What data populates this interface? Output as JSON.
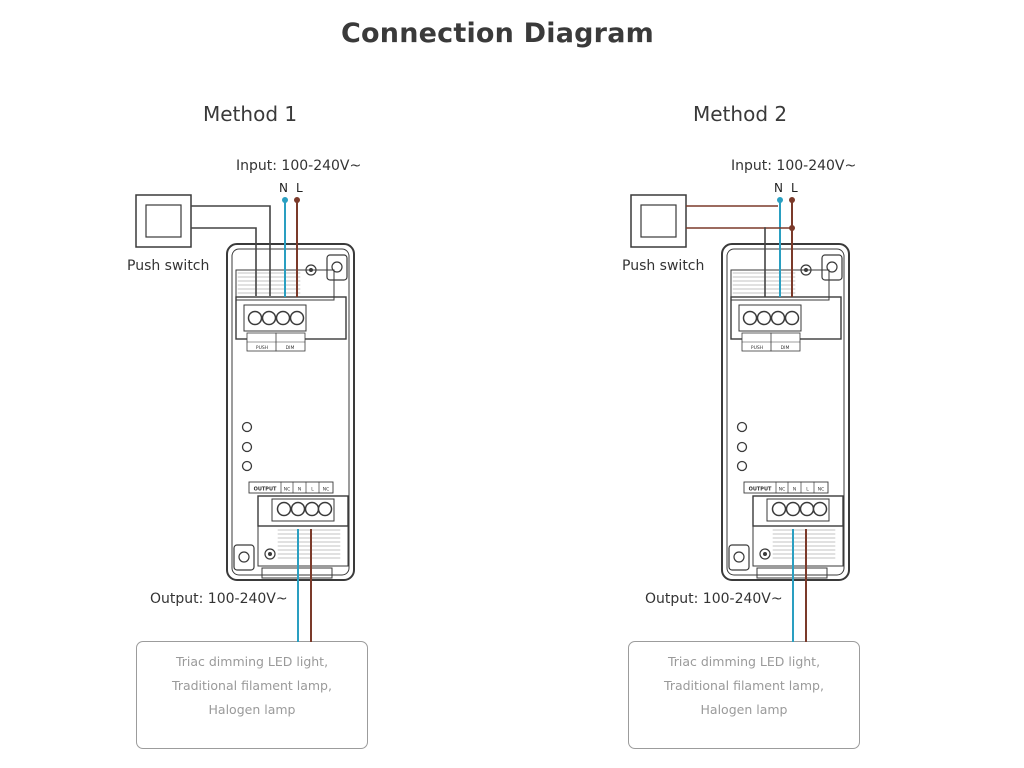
{
  "title": "Connection Diagram",
  "methods": [
    {
      "heading": "Method 1",
      "input_label": "Input: 100-240V~",
      "neutral_label": "N",
      "live_label": "L",
      "switch_label": "Push switch",
      "output_label": "Output: 100-240V~",
      "load_lines": [
        "Triac dimming LED light,",
        "Traditional filament lamp,",
        "Halogen lamp"
      ],
      "top_terminals": [
        "PUSH",
        "",
        "N",
        "L"
      ],
      "bottom_header": "OUTPUT",
      "bottom_terminals": [
        "NC",
        "N",
        "L",
        "NC"
      ]
    },
    {
      "heading": "Method 2",
      "input_label": "Input: 100-240V~",
      "neutral_label": "N",
      "live_label": "L",
      "switch_label": "Push switch",
      "output_label": "Output: 100-240V~",
      "load_lines": [
        "Triac dimming LED light,",
        "Traditional filament lamp,",
        "Halogen lamp"
      ],
      "top_terminals": [
        "PUSH",
        "",
        "N",
        "L"
      ],
      "bottom_header": "OUTPUT",
      "bottom_terminals": [
        "NC",
        "N",
        "L",
        "NC"
      ]
    }
  ],
  "colors": {
    "neutral_wire": "#2a9fc1",
    "live_wire": "#7b3a2a",
    "switch_wire": "#444444",
    "outline": "#3a3a3a"
  }
}
